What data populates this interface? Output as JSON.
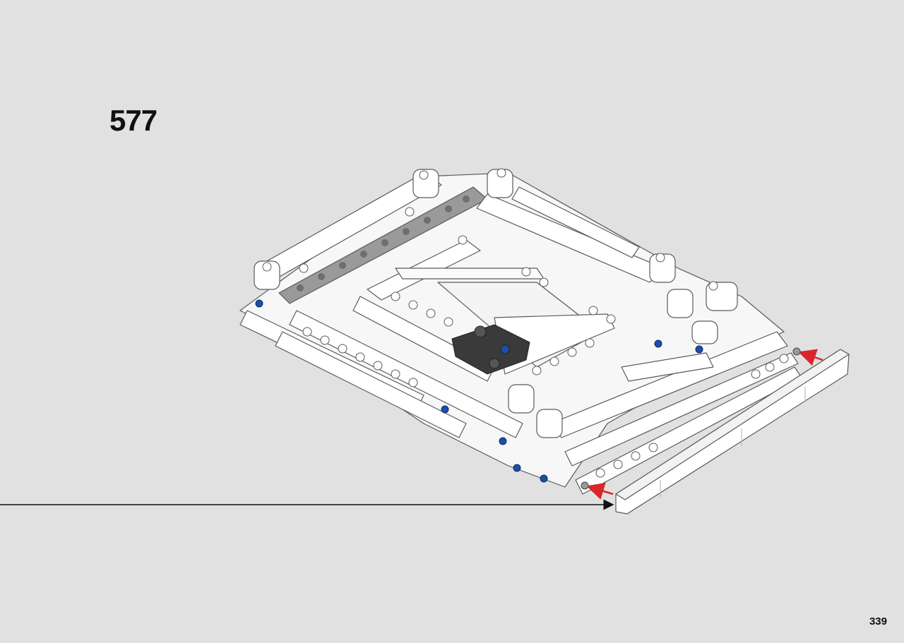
{
  "instruction": {
    "step_number": "577",
    "page_number": "339"
  },
  "colors": {
    "background": "#e1e1e1",
    "part_white": "#ffffff",
    "part_outline": "#5a5a5a",
    "beam_gray": "#8a8a8a",
    "connector_dark": "#3a3a3a",
    "pin_blue": "#1b4fa8",
    "arrow_red": "#d9262b",
    "callout_line": "#111111"
  },
  "icons": {
    "assembly": "lego-technic-frame-illustration",
    "red_arrows": "insert-direction-arrows",
    "callout": "callout-pointer-arrow"
  }
}
